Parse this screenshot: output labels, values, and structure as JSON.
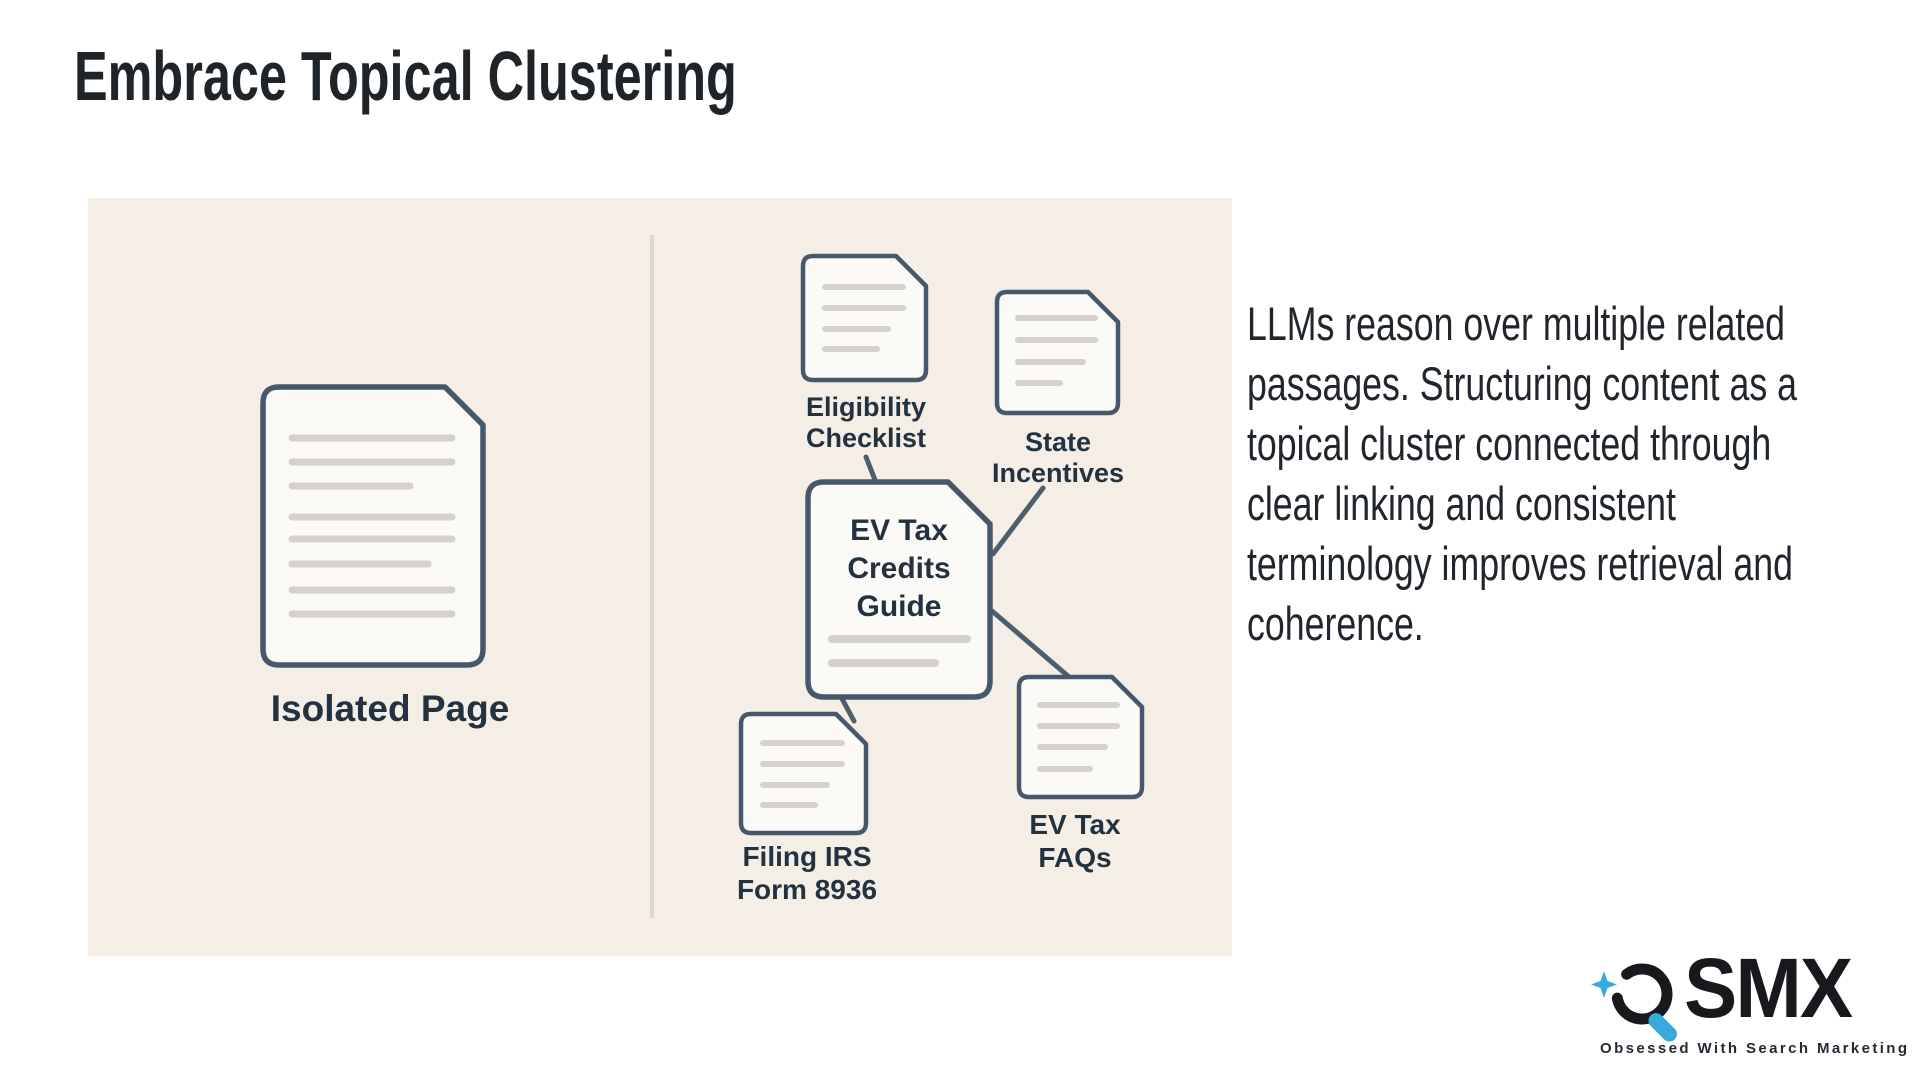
{
  "slide": {
    "title": "Embrace Topical Clustering",
    "body_text": "LLMs reason over multiple related\npassages. Structuring content as a\ntopical cluster connected through\nclear linking and consistent\nterminology improves retrieval and\ncoherence."
  },
  "diagram": {
    "left_side": {
      "isolated_page_label": "Isolated Page"
    },
    "cluster": {
      "center_node_label": "EV Tax\nCredits\nGuide",
      "eligibility_node_label": "Eligibility\nChecklist",
      "state_node_label": "State\nIncentives",
      "filing_node_label": "Filing IRS\nForm 8936",
      "faqs_node_label": "EV Tax\nFAQs"
    }
  },
  "logo": {
    "wordmark": "SMX",
    "tagline": "Obsessed With Search Marketing"
  },
  "colors": {
    "panel_background": "#f5eee6",
    "document_fill": "#fcfaf7",
    "document_stroke": "#47586b",
    "text_line_gray": "#d5d2cc",
    "connector": "#4d5e6e",
    "label_dark": "#233240",
    "title_dark": "#1f2428",
    "divider": "#dcd8d2",
    "logo_blue": "#39a9dc",
    "logo_black": "#17191d"
  }
}
